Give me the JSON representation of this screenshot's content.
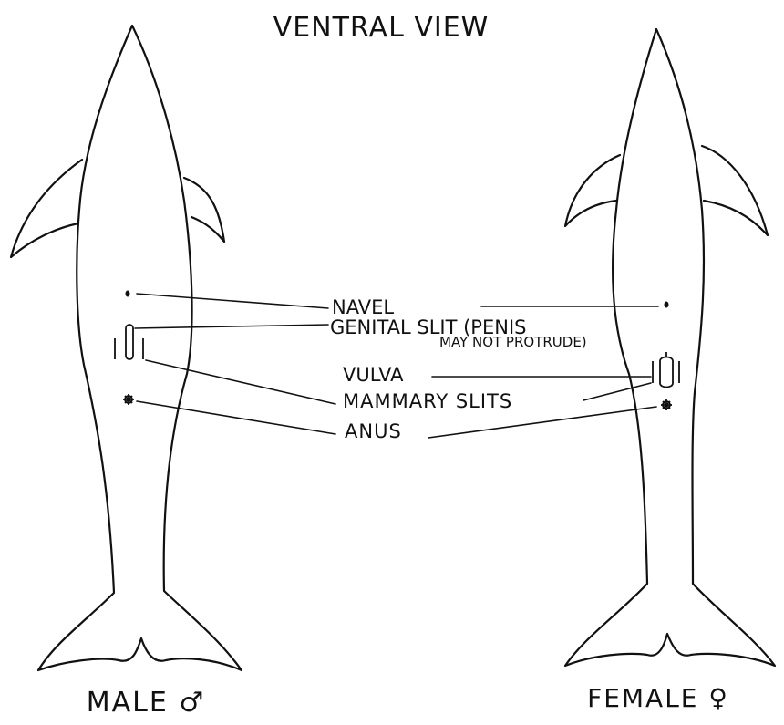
{
  "title": "VENTRAL VIEW",
  "specimens": {
    "male": {
      "caption": "MALE ♂"
    },
    "female": {
      "caption": "FEMALE ♀"
    }
  },
  "labels": {
    "navel": "NAVEL",
    "genital_slit_line1": "GENITAL SLIT (PENIS",
    "genital_slit_line2": "MAY NOT PROTRUDE)",
    "vulva": "VULVA",
    "mammary_slits": "MAMMARY SLITS",
    "anus": "ANUS"
  },
  "colors": {
    "ink": "#111111",
    "paper": "#ffffff"
  }
}
